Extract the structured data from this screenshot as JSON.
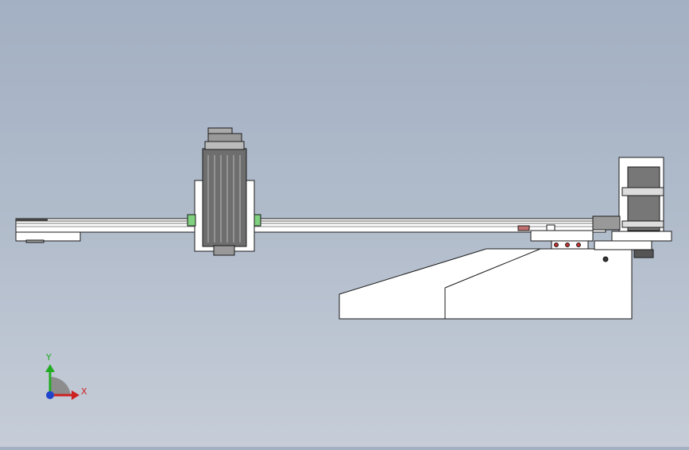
{
  "triad": {
    "x_label": "X",
    "y_label": "Y",
    "colors": {
      "x": "#cc2222",
      "y": "#22aa22",
      "z": "#2244cc"
    }
  },
  "model": {
    "parts": [
      "linear-rail",
      "carriage-motor-housing",
      "stepper-motor",
      "base-wedge-block",
      "endcap-bracket"
    ]
  },
  "colors": {
    "background_top": "#a3b0c3",
    "background_bottom": "#c6cdd8",
    "part_fill": "#ffffff",
    "edge": "#1a1a1a"
  }
}
